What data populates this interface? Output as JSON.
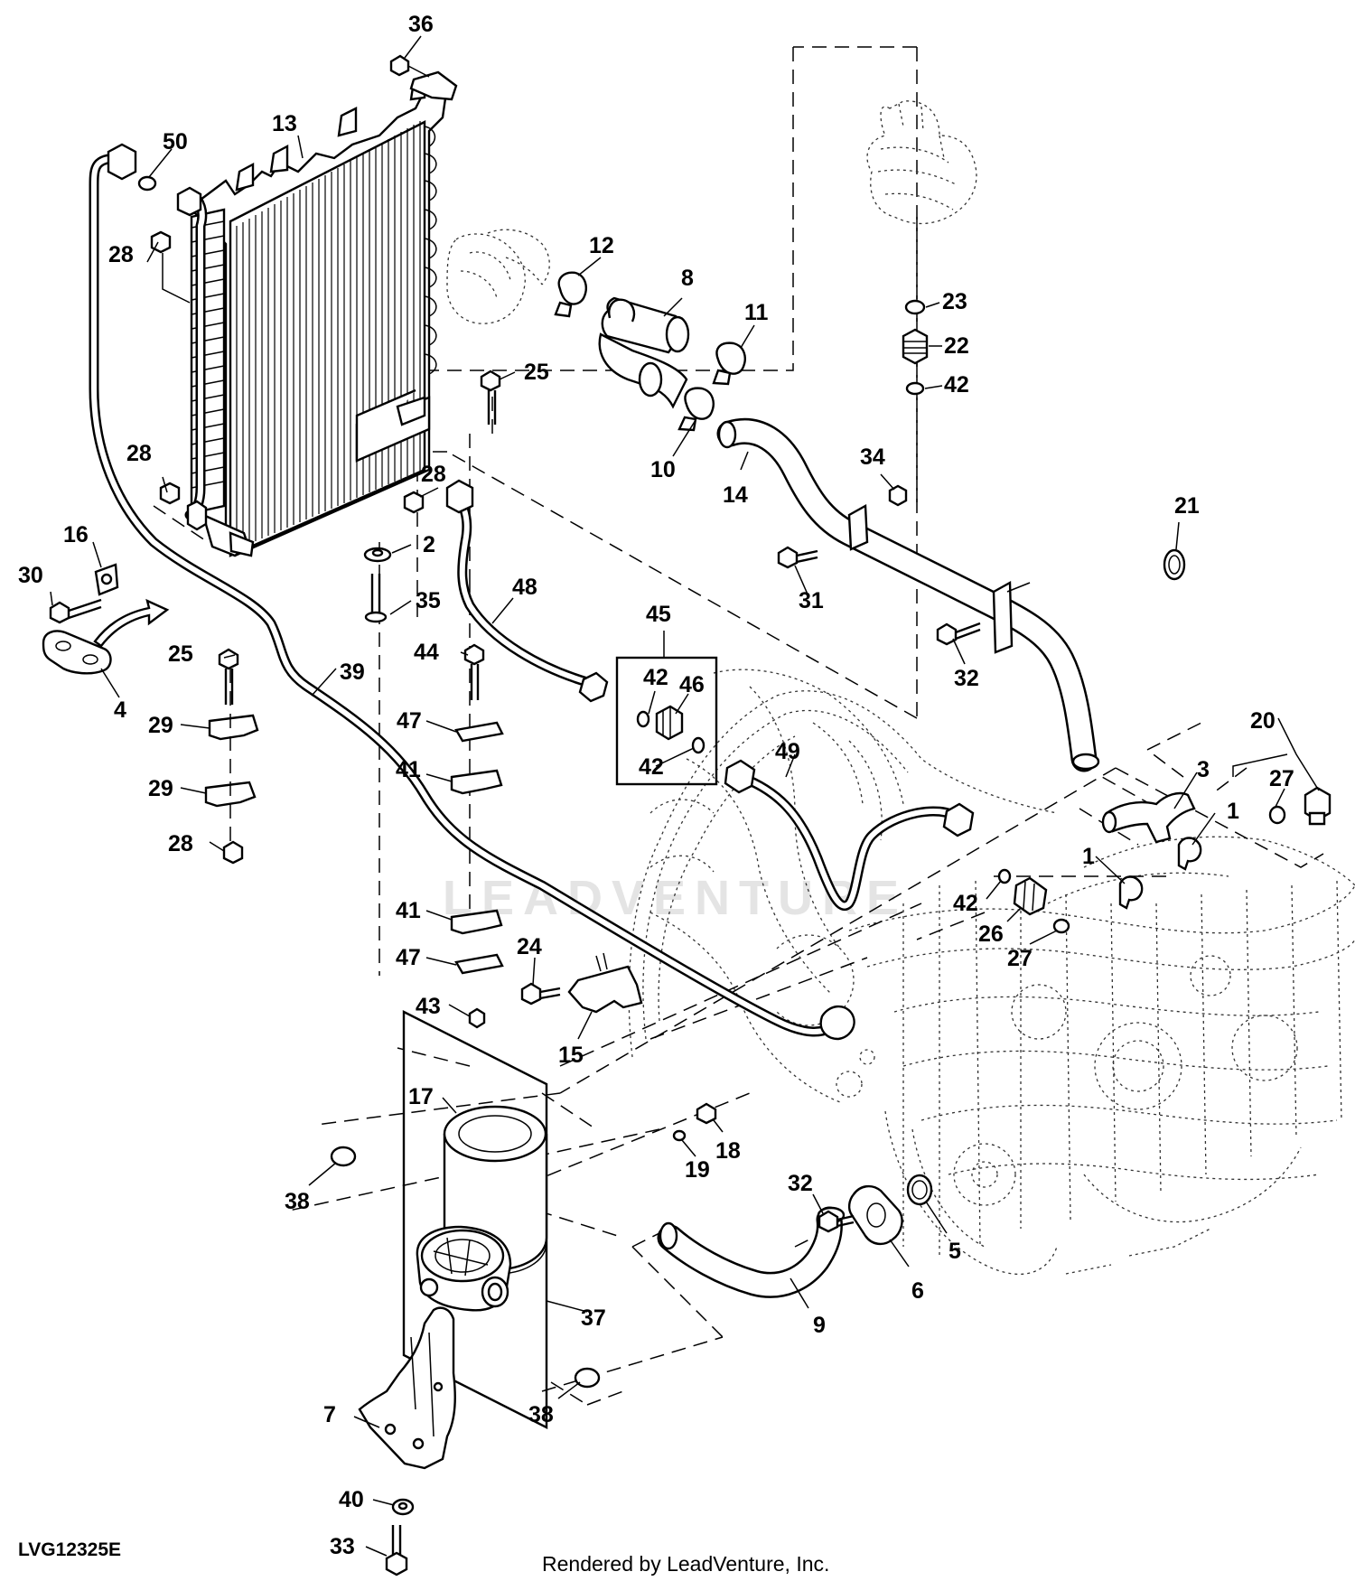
{
  "diagram": {
    "reference_code": "LVG12325E",
    "credit": "Rendered by LeadVenture, Inc.",
    "watermark": "LEADVENTURE",
    "callouts": [
      {
        "id": "c1",
        "label": "36"
      },
      {
        "id": "c2",
        "label": "13"
      },
      {
        "id": "c3",
        "label": "50"
      },
      {
        "id": "c4",
        "label": "28"
      },
      {
        "id": "c5",
        "label": "12"
      },
      {
        "id": "c6",
        "label": "8"
      },
      {
        "id": "c7",
        "label": "11"
      },
      {
        "id": "c8",
        "label": "23"
      },
      {
        "id": "c9",
        "label": "22"
      },
      {
        "id": "c10",
        "label": "42"
      },
      {
        "id": "c11",
        "label": "25"
      },
      {
        "id": "c12",
        "label": "10"
      },
      {
        "id": "c13",
        "label": "14"
      },
      {
        "id": "c14",
        "label": "34"
      },
      {
        "id": "c15",
        "label": "28"
      },
      {
        "id": "c16",
        "label": "28"
      },
      {
        "id": "c17",
        "label": "21"
      },
      {
        "id": "c18",
        "label": "16"
      },
      {
        "id": "c19",
        "label": "2"
      },
      {
        "id": "c20",
        "label": "30"
      },
      {
        "id": "c21",
        "label": "35"
      },
      {
        "id": "c22",
        "label": "48"
      },
      {
        "id": "c23",
        "label": "31"
      },
      {
        "id": "c24",
        "label": "45"
      },
      {
        "id": "c25",
        "label": "25"
      },
      {
        "id": "c26",
        "label": "44"
      },
      {
        "id": "c27",
        "label": "39"
      },
      {
        "id": "c28",
        "label": "32"
      },
      {
        "id": "c29",
        "label": "4"
      },
      {
        "id": "c30",
        "label": "42"
      },
      {
        "id": "c31",
        "label": "46"
      },
      {
        "id": "c32",
        "label": "29"
      },
      {
        "id": "c33",
        "label": "47"
      },
      {
        "id": "c34",
        "label": "20"
      },
      {
        "id": "c35",
        "label": "49"
      },
      {
        "id": "c36",
        "label": "42"
      },
      {
        "id": "c37",
        "label": "41"
      },
      {
        "id": "c38",
        "label": "3"
      },
      {
        "id": "c39",
        "label": "27"
      },
      {
        "id": "c40",
        "label": "29"
      },
      {
        "id": "c41",
        "label": "1"
      },
      {
        "id": "c42",
        "label": "28"
      },
      {
        "id": "c43",
        "label": "1"
      },
      {
        "id": "c44",
        "label": "42"
      },
      {
        "id": "c45",
        "label": "41"
      },
      {
        "id": "c46",
        "label": "26"
      },
      {
        "id": "c47",
        "label": "24"
      },
      {
        "id": "c48",
        "label": "27"
      },
      {
        "id": "c49",
        "label": "47"
      },
      {
        "id": "c50",
        "label": "43"
      },
      {
        "id": "c51",
        "label": "15"
      },
      {
        "id": "c52",
        "label": "17"
      },
      {
        "id": "c53",
        "label": "18"
      },
      {
        "id": "c54",
        "label": "19"
      },
      {
        "id": "c55",
        "label": "38"
      },
      {
        "id": "c56",
        "label": "32"
      },
      {
        "id": "c57",
        "label": "5"
      },
      {
        "id": "c58",
        "label": "6"
      },
      {
        "id": "c59",
        "label": "37"
      },
      {
        "id": "c60",
        "label": "9"
      },
      {
        "id": "c61",
        "label": "7"
      },
      {
        "id": "c62",
        "label": "38"
      },
      {
        "id": "c63",
        "label": "40"
      },
      {
        "id": "c64",
        "label": "33"
      }
    ]
  }
}
